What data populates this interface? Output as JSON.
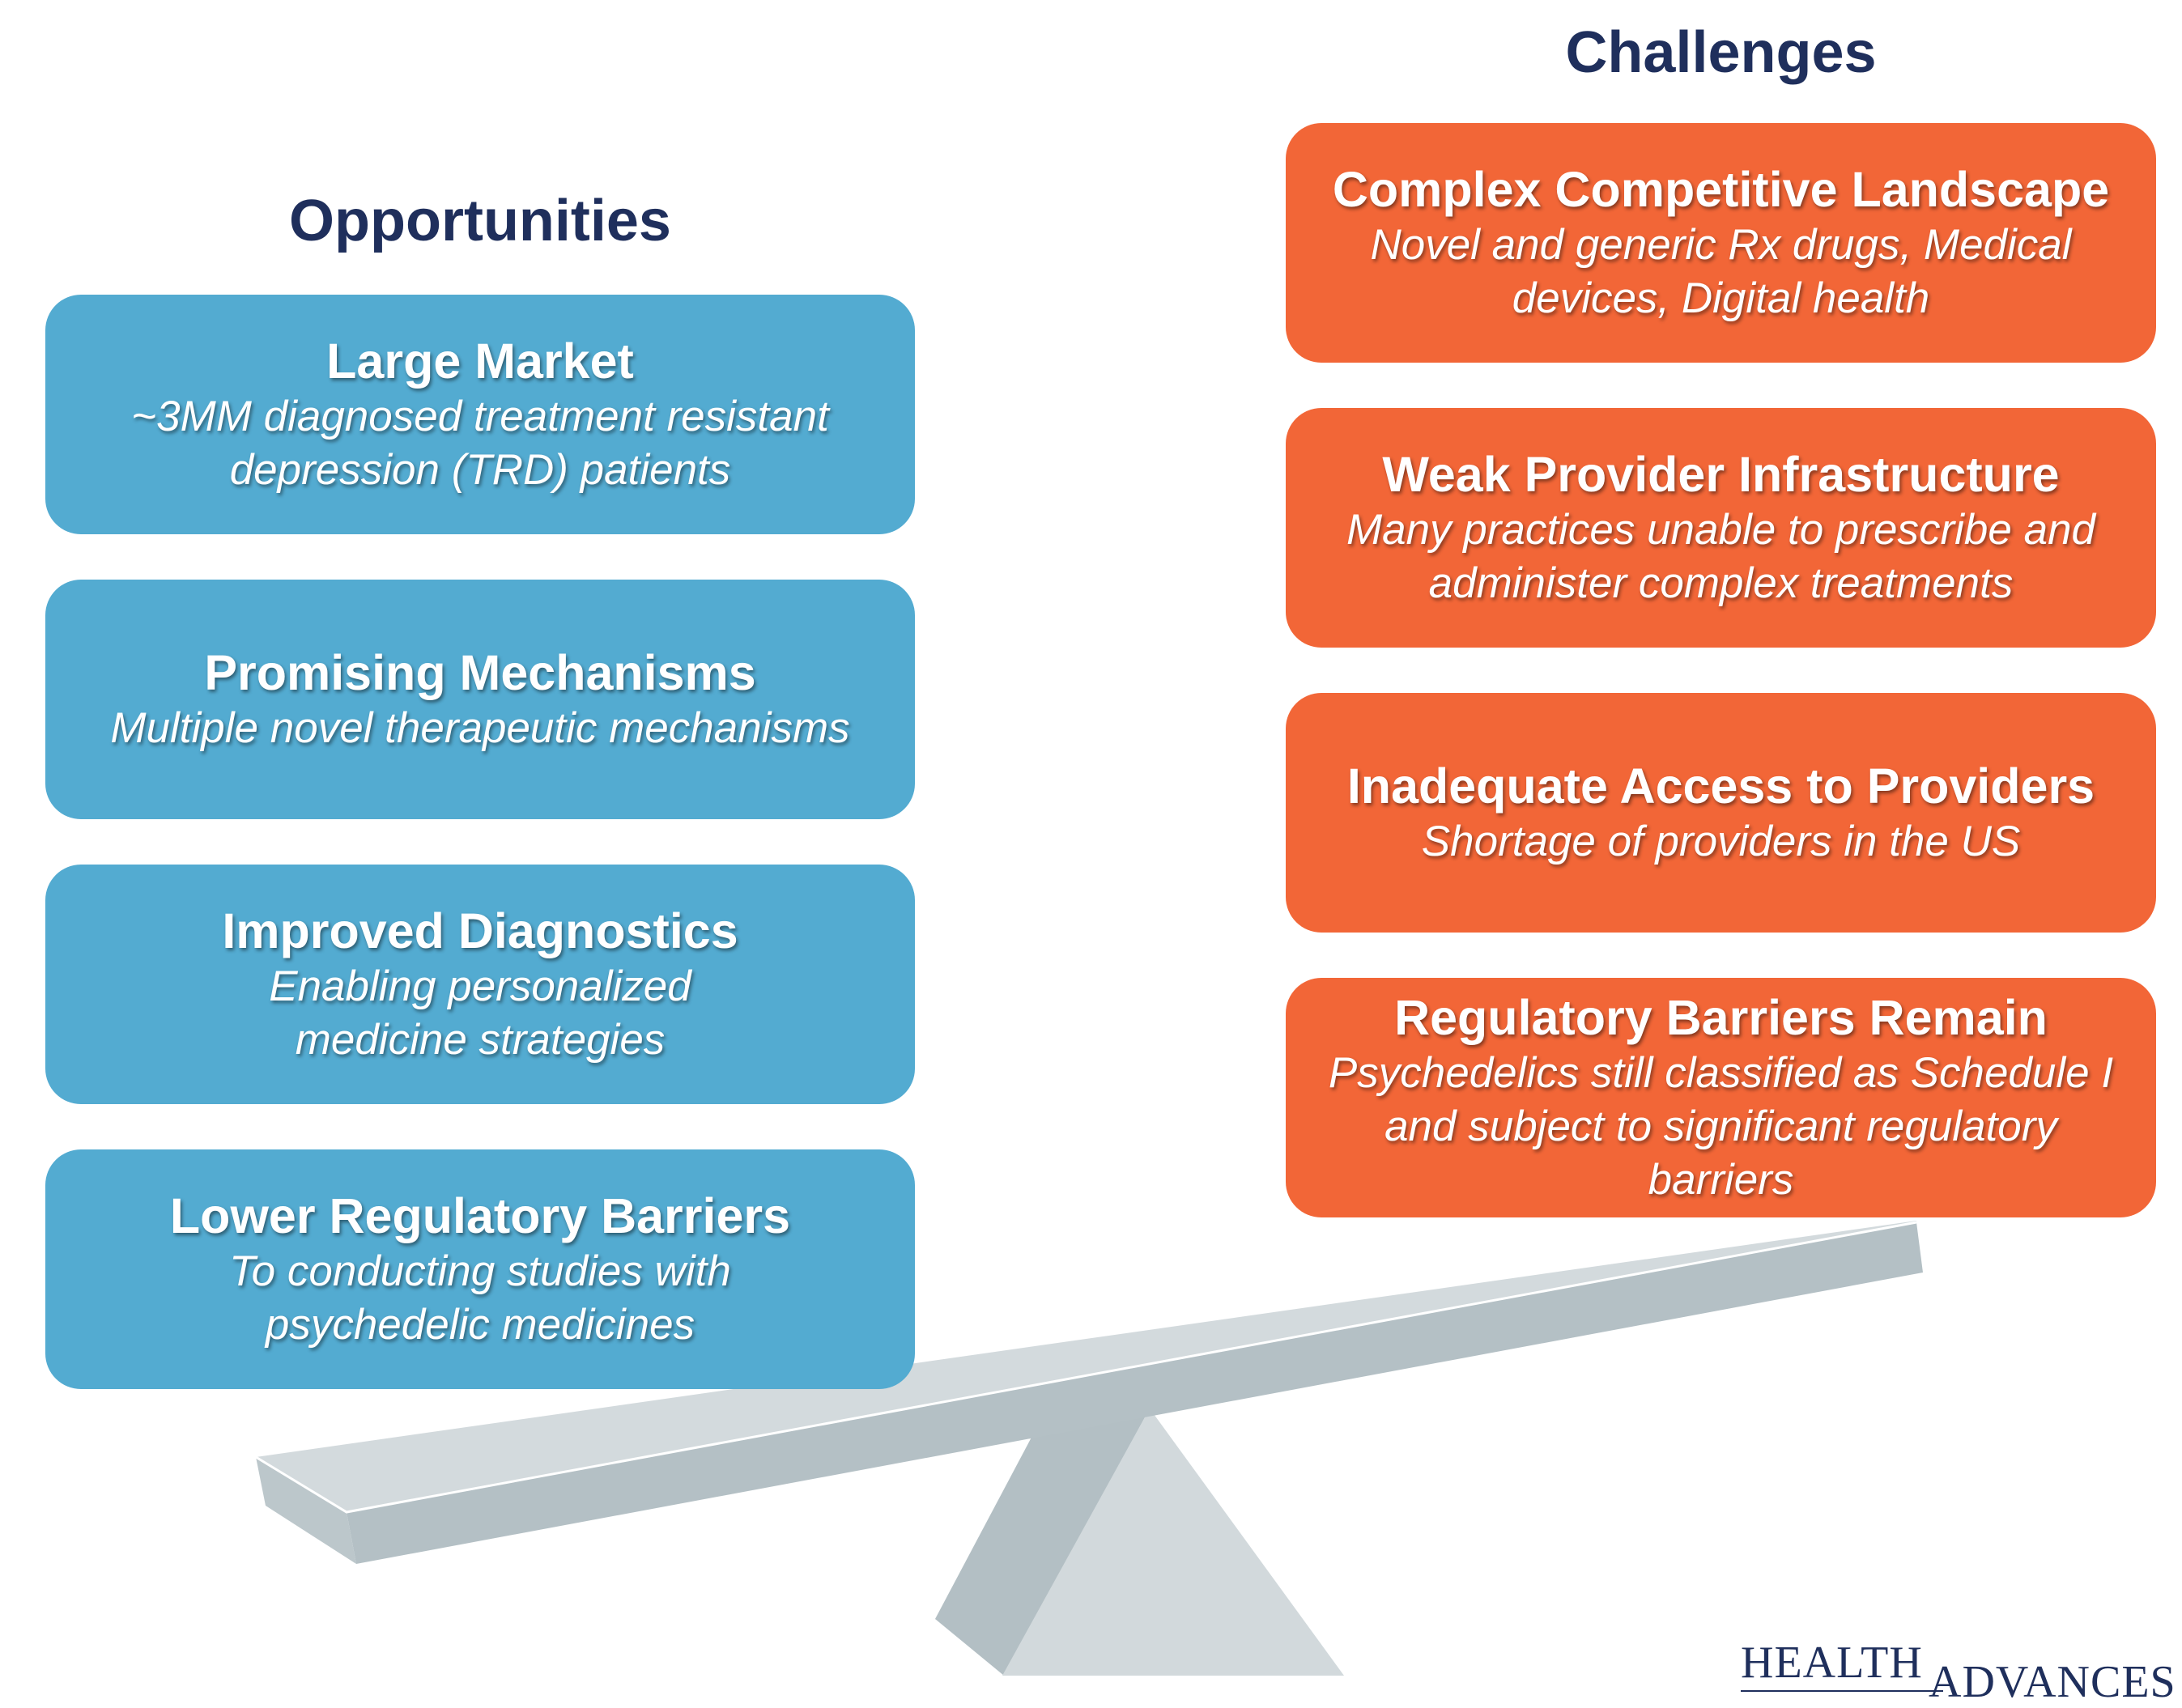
{
  "opportunities": {
    "heading": "Opportunities",
    "items": [
      {
        "title": "Large Market",
        "desc": "~3MM diagnosed treatment resistant depression (TRD) patients"
      },
      {
        "title": "Promising Mechanisms",
        "desc": "Multiple novel therapeutic mechanisms"
      },
      {
        "title": "Improved Diagnostics",
        "desc": "Enabling personalized medicine strategies"
      },
      {
        "title": "Lower Regulatory Barriers",
        "desc": "To conducting studies with psychedelic medicines"
      }
    ]
  },
  "challenges": {
    "heading": "Challenges",
    "items": [
      {
        "title": "Complex Competitive Landscape",
        "desc": "Novel and generic Rx drugs, Medical devices, Digital health"
      },
      {
        "title": "Weak Provider Infrastructure",
        "desc": "Many practices unable to prescribe and administer complex treatments"
      },
      {
        "title": "Inadequate Access to Providers",
        "desc": "Shortage of providers in the US"
      },
      {
        "title": "Regulatory Barriers Remain",
        "desc": "Psychedelics still classified as Schedule I and subject to significant regulatory barriers"
      }
    ]
  },
  "logo": {
    "health": "HEALTH",
    "advances": "ADVANCES"
  },
  "colors": {
    "opportunity": "#53abd1",
    "challenge": "#f26637",
    "heading": "#1f2f5c",
    "seesaw": "#c7d0d4"
  }
}
